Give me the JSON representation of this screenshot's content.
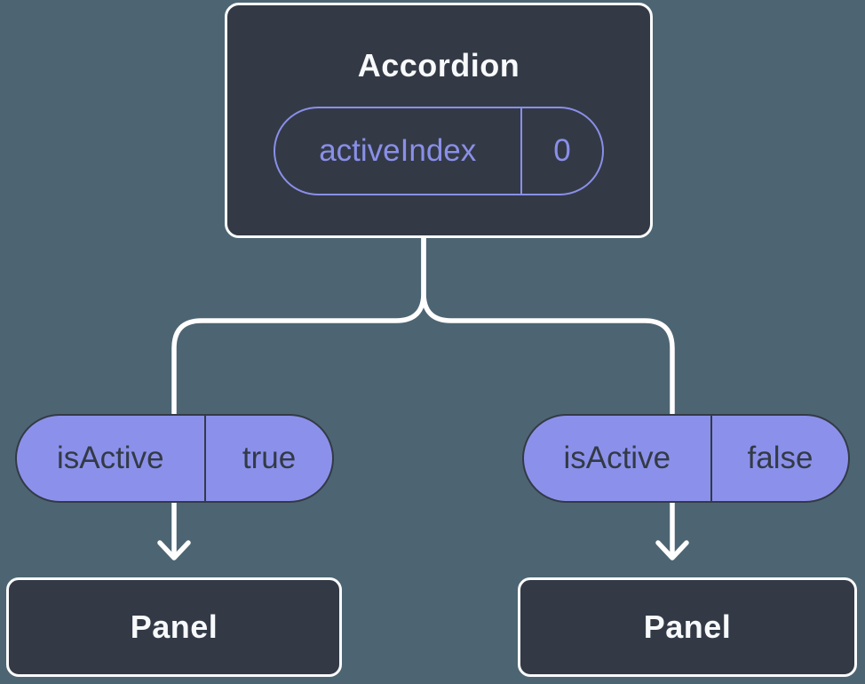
{
  "diagram": {
    "description": "React component tree diagram showing state lifted to parent and passed down as props",
    "root_component": {
      "title": "Accordion",
      "state": {
        "name": "activeIndex",
        "value": "0"
      }
    },
    "props": [
      {
        "name": "isActive",
        "value": "true"
      },
      {
        "name": "isActive",
        "value": "false"
      }
    ],
    "children": [
      {
        "title": "Panel"
      },
      {
        "title": "Panel"
      }
    ]
  },
  "colors": {
    "background": "#4d6572",
    "box_fill": "#333a46",
    "box_border": "#fbfcfd",
    "purple": "#8a8fe8",
    "pill_fill": "#8b91ea",
    "dark_text": "#333a46",
    "light_text": "#f7f9fb",
    "connector": "#ffffff"
  }
}
